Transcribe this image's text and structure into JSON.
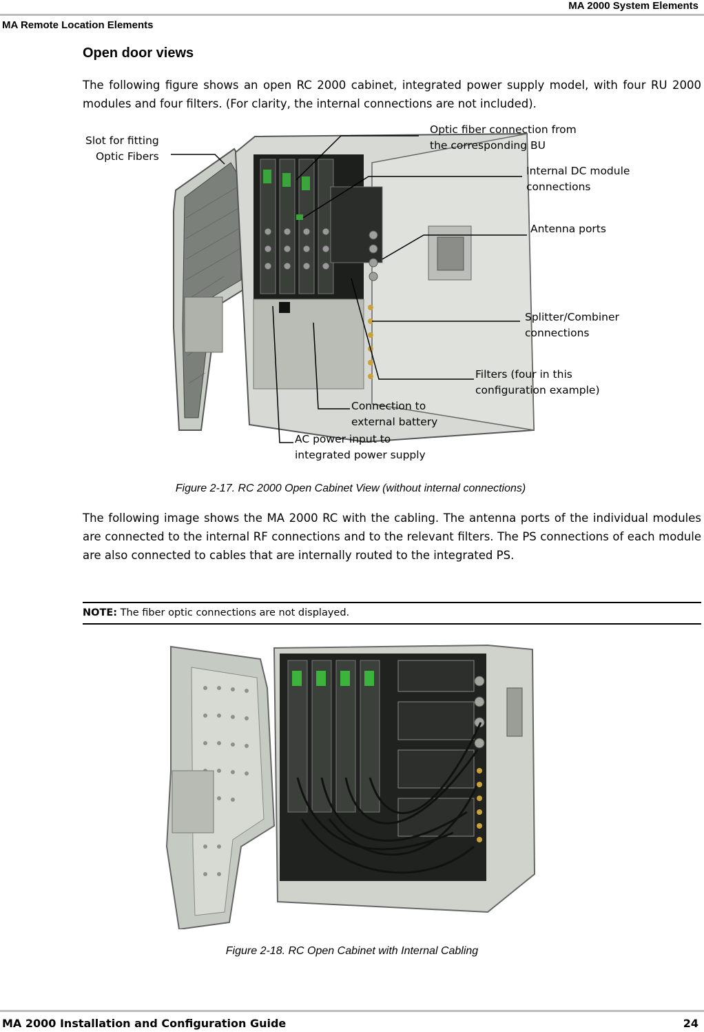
{
  "header": {
    "doc_section": "MA 2000 System Elements",
    "chapter": "MA Remote Location Elements"
  },
  "section_title": "Open door views",
  "intro_paragraph": "The following figure shows an open RC 2000 cabinet, integrated power supply model, with four RU 2000 modules and four filters. (For clarity, the internal connections are not included).",
  "figure1": {
    "callouts": {
      "slot_fibers": "Slot for fitting\nOptic Fibers",
      "optic_fiber": "Optic fiber connection from\nthe corresponding BU",
      "internal_dc": "Internal DC module\nconnections",
      "antenna_ports": "Antenna ports",
      "splitter": "Splitter/Combiner\nconnections",
      "filters": "Filters (four in this\nconfiguration example)",
      "battery": "Connection to\nexternal battery",
      "ac_power": "AC power input to\nintegrated power supply"
    },
    "caption": "Figure 2-17. RC 2000 Open Cabinet View (without internal connections)"
  },
  "body_paragraph": "The following image shows the MA 2000 RC with the cabling. The antenna ports of the individual modules are connected to the internal RF connections and to the relevant filters. The PS connections of each module are also connected to cables that are internally routed to the integrated PS.",
  "note": {
    "label": "NOTE:",
    "text": "The fiber optic connections are not displayed."
  },
  "figure2": {
    "caption": "Figure 2-18. RC Open Cabinet with Internal Cabling"
  },
  "footer": {
    "guide_title": "MA 2000 Installation and Configuration Guide",
    "page_number": "24"
  }
}
